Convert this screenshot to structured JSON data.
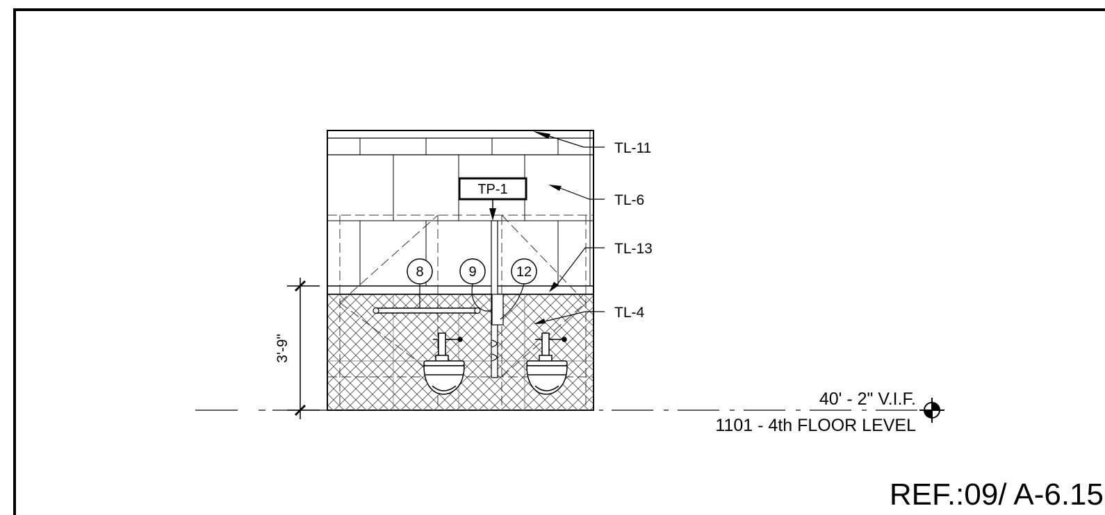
{
  "drawing": {
    "tags": {
      "top": "TL-11",
      "upper_wall": "TL-6",
      "wainscot_band": "TL-13",
      "lower_wall": "TL-4"
    },
    "panel_tag": "TP-1",
    "keynotes": [
      "8",
      "9",
      "12"
    ],
    "dimension": "3'-9\"",
    "elevation_value": "40' - 2\"  V.I.F.",
    "level_name": "1101 - 4th FLOOR LEVEL",
    "reference": "REF.:09/ A-6.15"
  }
}
